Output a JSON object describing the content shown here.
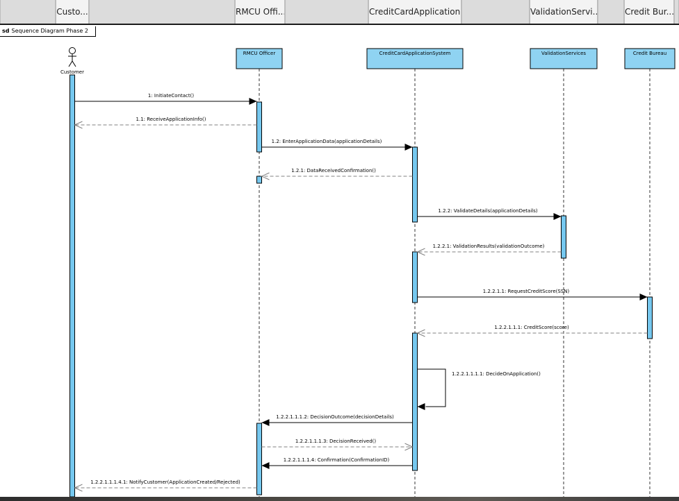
{
  "header": {
    "cells": [
      "Custo...",
      "RMCU Offi...",
      "CreditCardApplication...",
      "ValidationServi...",
      "Credit Bur..."
    ]
  },
  "frame": {
    "kind": "sd",
    "title": "Sequence Diagram Phase 2"
  },
  "lifelines": [
    {
      "id": "customer",
      "label": "Customer",
      "actor": true
    },
    {
      "id": "officer",
      "label": "RMCU Officer"
    },
    {
      "id": "system",
      "label": "CreditCardApplicationSystem"
    },
    {
      "id": "validation",
      "label": "ValidationServices"
    },
    {
      "id": "bureau",
      "label": "Credit Bureau"
    }
  ],
  "messages": [
    {
      "label": "1: InitiateContact()",
      "from": "customer",
      "to": "officer",
      "kind": "sync"
    },
    {
      "label": "1.1: ReceiveApplicationInfo()",
      "from": "officer",
      "to": "customer",
      "kind": "return"
    },
    {
      "label": "1.2: EnterApplicationData(applicationDetails)",
      "from": "officer",
      "to": "system",
      "kind": "sync"
    },
    {
      "label": "1.2.1: DataReceivedConfirmation()",
      "from": "system",
      "to": "officer",
      "kind": "return"
    },
    {
      "label": "1.2.2: ValidateDetails(applicationDetails)",
      "from": "system",
      "to": "validation",
      "kind": "sync"
    },
    {
      "label": "1.2.2.1: ValidationResults(validationOutcome)",
      "from": "validation",
      "to": "system",
      "kind": "return"
    },
    {
      "label": "1.2.2.1.1: RequestCreditScore(SSN)",
      "from": "system",
      "to": "bureau",
      "kind": "sync"
    },
    {
      "label": "1.2.2.1.1.1: CreditScore(score)",
      "from": "bureau",
      "to": "system",
      "kind": "return"
    },
    {
      "label": "1.2.2.1.1.1.1: DecideOnApplication()",
      "from": "system",
      "to": "system",
      "kind": "self"
    },
    {
      "label": "1.2.2.1.1.1.2: DecisionOutcome(decisionDetails)",
      "from": "system",
      "to": "officer",
      "kind": "sync"
    },
    {
      "label": "1.2.2.1.1.1.3: DecisionReceived()",
      "from": "officer",
      "to": "system",
      "kind": "return"
    },
    {
      "label": "1.2.2.1.1.1.4: Confirmation(ConfirmationID)",
      "from": "system",
      "to": "officer",
      "kind": "sync"
    },
    {
      "label": "1.2.2.1.1.1.4.1: NotifyCustomer(ApplicationCreated/Rejected)",
      "from": "officer",
      "to": "customer",
      "kind": "return"
    }
  ],
  "colors": {
    "lifeline_box": "#8fd3f2",
    "activation": "#76c8ef",
    "line": "#000000",
    "return_line": "#808080",
    "header_bar": "#e6e6e6"
  }
}
